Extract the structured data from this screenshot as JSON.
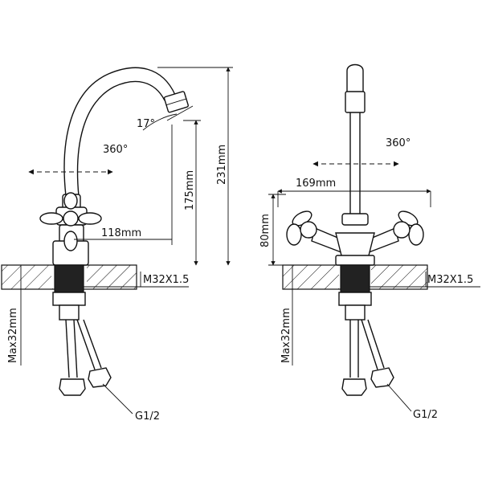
{
  "left_view": {
    "rotation_label": "360°",
    "spout_angle_label": "17°",
    "reach_label": "118mm",
    "spout_height_label": "175mm",
    "total_height_label": "231mm",
    "thread_label": "M32X1.5",
    "max_thickness_label": "Max32mm",
    "hose_thread_label": "G1/2"
  },
  "right_view": {
    "rotation_label": "360°",
    "handle_span_label": "169mm",
    "body_height_label": "80mm",
    "thread_label": "M32X1.5",
    "max_thickness_label": "Max32mm",
    "hose_thread_label": "G1/2"
  }
}
